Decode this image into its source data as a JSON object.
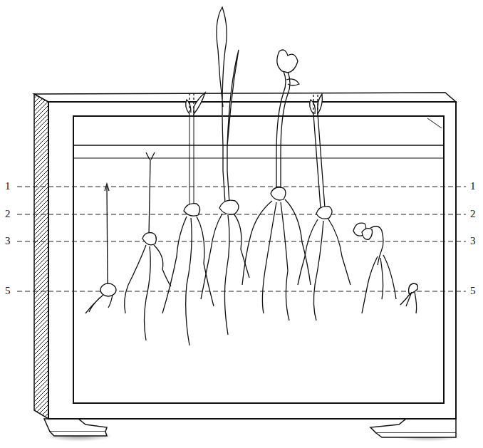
{
  "diagram": {
    "labels": [
      "1",
      "1",
      "2",
      "2",
      "3",
      "3",
      "5",
      "5"
    ]
  }
}
